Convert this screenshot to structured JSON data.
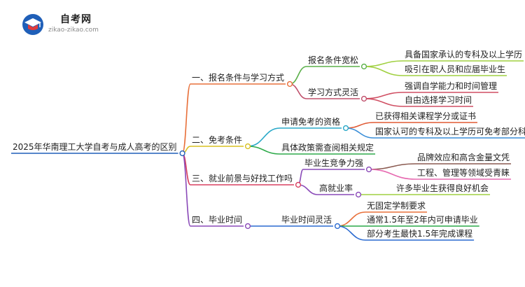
{
  "brand": {
    "title": "自考网",
    "url": "zikao-zikao.com"
  },
  "mindmap": {
    "root": "2025年华南理工大学自考与成人高考的区别",
    "branches": [
      {
        "label": "一、报名条件与学习方式",
        "color": "#e8703a",
        "children": [
          {
            "label": "报名条件宽松",
            "color": "#5bb04a",
            "leaves": [
              {
                "label": "具备国家承认的专科及以上学历",
                "color": "#a0d040"
              },
              {
                "label": "吸引在职人员和应届毕业生",
                "color": "#a0d040"
              }
            ]
          },
          {
            "label": "学习方式灵活",
            "color": "#c0506c",
            "leaves": [
              {
                "label": "强调自学能力和时间管理",
                "color": "#d04f63"
              },
              {
                "label": "自由选择学习时间",
                "color": "#d04f63"
              }
            ]
          }
        ]
      },
      {
        "label": "二、免考条件",
        "color": "#d8c020",
        "children": [
          {
            "label": "申请免考的资格",
            "color": "#28a8c8",
            "leaves": [
              {
                "label": "已获得相关课程学分或证书",
                "color": "#e05a34"
              },
              {
                "label": "国家认可的专科及以上学历可免考部分科目",
                "color": "#3a8ed8"
              }
            ]
          },
          {
            "label": "具体政策需查阅相关规定",
            "color": "#2eaa4a",
            "leaves": []
          }
        ]
      },
      {
        "label": "三、就业前景与好找工作吗",
        "color": "#d84060",
        "children": [
          {
            "label": "毕业生竞争力强",
            "color": "#8a4ab8",
            "leaves": [
              {
                "label": "品牌效应和高含金量文凭",
                "color": "#8a5a50"
              },
              {
                "label": "工程、管理等领域受青睐",
                "color": "#e66ab0"
              }
            ]
          },
          {
            "label": "高就业率",
            "color": "#8a4ab8",
            "leaves": [
              {
                "label": "许多毕业生获得良好机会",
                "color": "#a0d040"
              }
            ]
          }
        ]
      },
      {
        "label": "四、毕业时间",
        "color": "#8a4ab8",
        "children": [
          {
            "label": "毕业时间灵活",
            "color": "#2a6ad0",
            "leaves": [
              {
                "label": "无固定学制要求",
                "color": "#e8703a"
              },
              {
                "label": "通常1.5年至2年内可申请毕业",
                "color": "#2aa848"
              },
              {
                "label": "部分考生最快1.5年完成课程",
                "color": "#2a6ad0"
              }
            ]
          }
        ]
      }
    ]
  }
}
